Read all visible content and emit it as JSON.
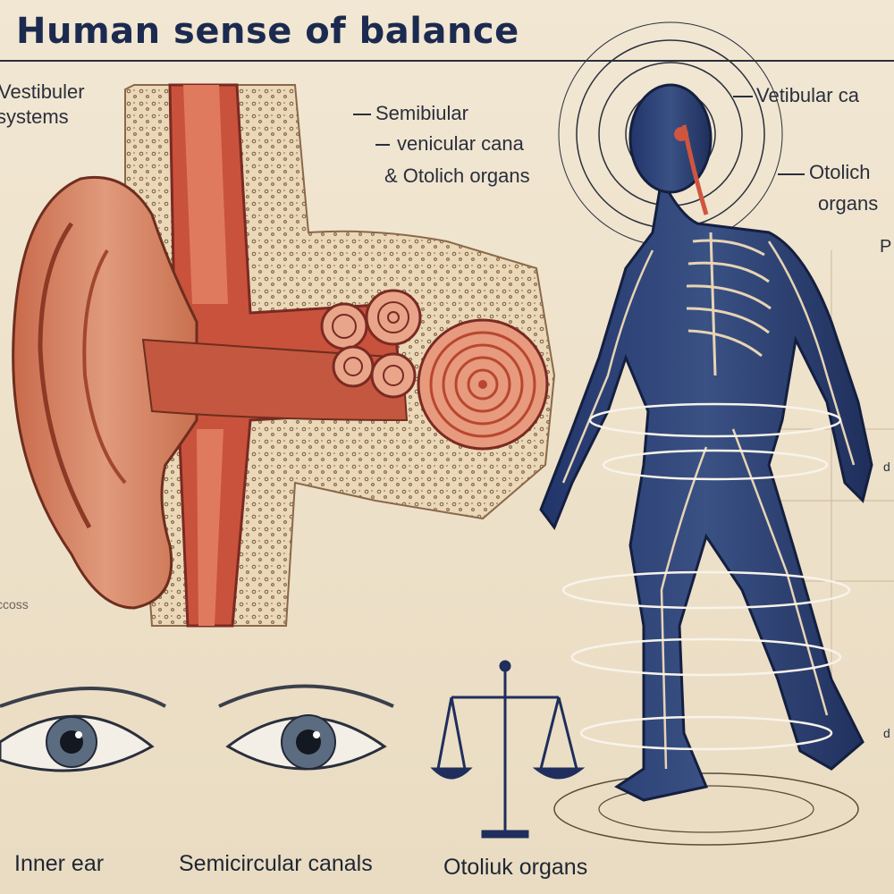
{
  "title": "Human sense of balance",
  "labels": {
    "vestibular_systems": [
      "Vestibuler",
      "systems"
    ],
    "semicircular": [
      "Semibiular",
      "venicular cana"
    ],
    "otolith_center": "& Otolich organs",
    "vestibular_right": "Vetibular ca",
    "otolith_right": [
      "Otolich",
      "organs"
    ],
    "small_left": "ccoss",
    "small_right_1": "P",
    "small_right_2": "d",
    "small_right_3": "d"
  },
  "captions": {
    "inner_ear": "Inner ear",
    "semicircular_canals": "Semicircular canals",
    "otolith_organs": "Otoliuk organs"
  },
  "colors": {
    "background": "#efe4cf",
    "ink": "#1c2a50",
    "flesh": "#d98466",
    "figure_blue": "#2c3f6e",
    "bone": "#e8d4b4"
  },
  "icons": [
    "ear-anatomy-illustration",
    "eyes-illustration",
    "balance-scale-icon",
    "walking-figure-illustration"
  ]
}
